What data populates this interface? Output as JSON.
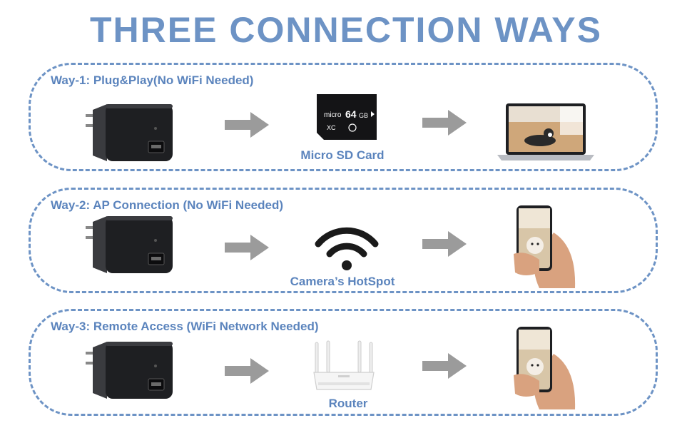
{
  "title": "THREE CONNECTION WAYS",
  "ways": [
    {
      "label": "Way-1: Plug&Play(No WiFi Needed)",
      "middle_caption": "Micro SD Card",
      "sd_brand": "micro",
      "sd_capacity": "64",
      "sd_unit": "GB",
      "sd_class": "XC"
    },
    {
      "label": "Way-2: AP Connection (No WiFi Needed)",
      "middle_caption": "Camera’s HotSpot"
    },
    {
      "label": "Way-3: Remote Access (WiFi Network Needed)",
      "middle_caption": "Router"
    }
  ],
  "colors": {
    "accent": "#6d93c5",
    "arrow": "#9b9b9b",
    "device": "#1e1f22"
  }
}
